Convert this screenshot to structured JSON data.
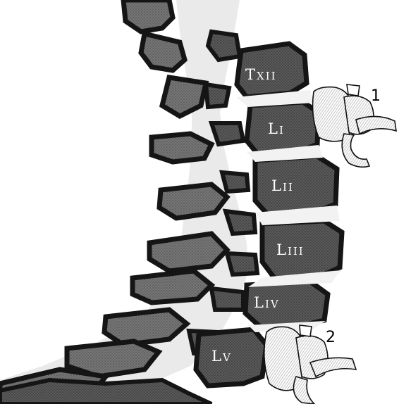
{
  "diagram": {
    "vertebra_labels": [
      {
        "prefix": "T",
        "suffix": "XII"
      },
      {
        "prefix": "L",
        "suffix": "I"
      },
      {
        "prefix": "L",
        "suffix": "II"
      },
      {
        "prefix": "L",
        "suffix": "III"
      },
      {
        "prefix": "L",
        "suffix": "IV"
      },
      {
        "prefix": "L",
        "suffix": "V"
      }
    ],
    "callouts": [
      "1",
      "2"
    ],
    "colors": {
      "background": "#ffffff",
      "bone_dark": "#4a4a4a",
      "bone_mid": "#6e6e6e",
      "outline": "#151515",
      "canal": "#e9e9e9",
      "label_text": "#ffffff",
      "callout_text": "#000000"
    }
  }
}
